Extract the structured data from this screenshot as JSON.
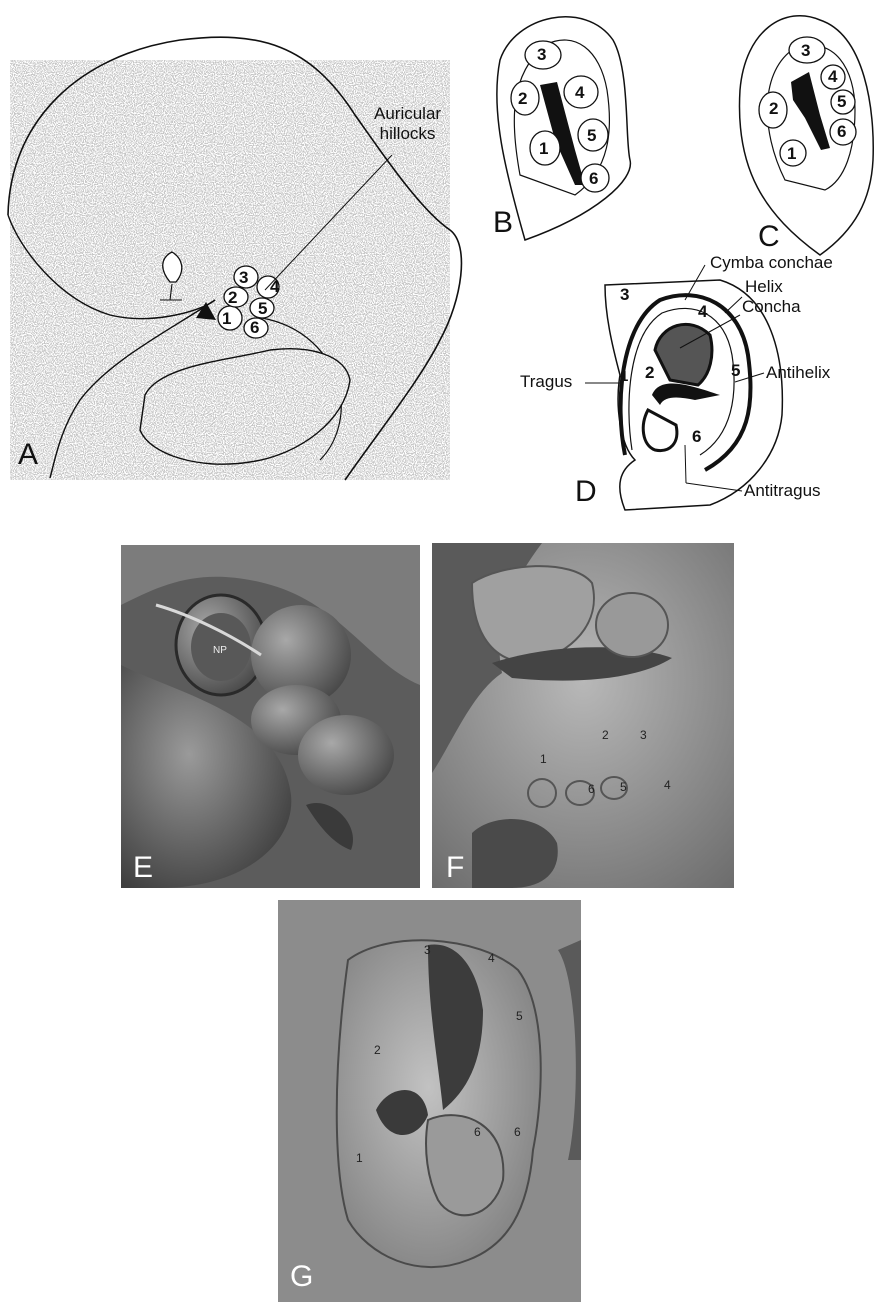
{
  "panels": {
    "a": {
      "label": "A",
      "callout": "Auricular\nhillocks",
      "hillocks": [
        "1",
        "2",
        "3",
        "4",
        "5",
        "6"
      ]
    },
    "b": {
      "label": "B",
      "hillocks": [
        "1",
        "2",
        "3",
        "4",
        "5",
        "6"
      ]
    },
    "c": {
      "label": "C",
      "hillocks": [
        "1",
        "2",
        "3",
        "4",
        "5",
        "6"
      ]
    },
    "d": {
      "label": "D",
      "hillocks": [
        "1",
        "2",
        "3",
        "4",
        "5",
        "6"
      ],
      "labels": {
        "cymba_conchae": "Cymba conchae",
        "helix": "Helix",
        "concha": "Concha",
        "antihelix": "Antihelix",
        "tragus": "Tragus",
        "antitragus": "Antitragus"
      }
    },
    "e": {
      "label": "E",
      "tags": [
        "NP"
      ]
    },
    "f": {
      "label": "F",
      "hillocks": [
        "1",
        "2",
        "3",
        "4",
        "5",
        "6"
      ]
    },
    "g": {
      "label": "G",
      "hillocks": [
        "1",
        "2",
        "3",
        "4",
        "5",
        "6",
        "6"
      ]
    }
  }
}
